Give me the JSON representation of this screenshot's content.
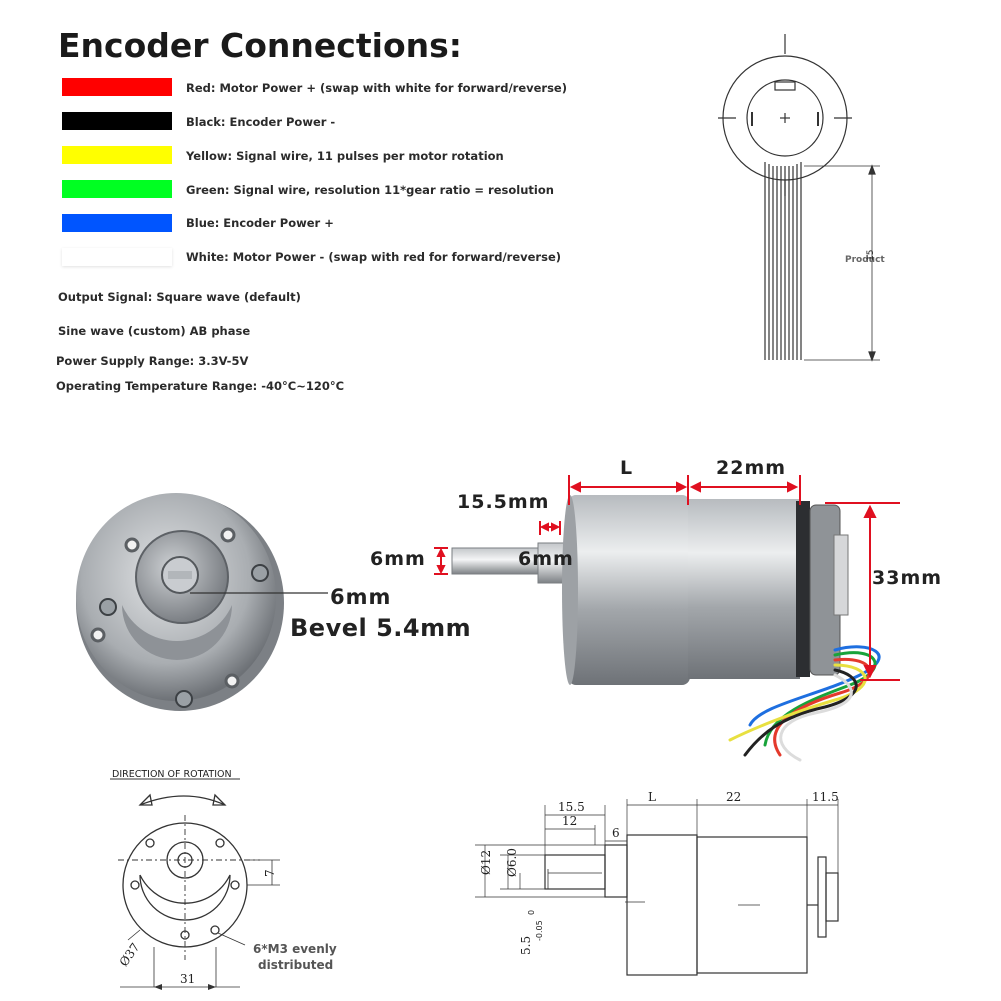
{
  "title": "Encoder Connections:",
  "wires": [
    {
      "color": "#ff0000",
      "label": "Red: Motor Power + (swap with white for forward/reverse)"
    },
    {
      "color": "#000000",
      "label": "Black: Encoder Power -"
    },
    {
      "color": "#ffff00",
      "label": "Yellow: Signal wire, 11 pulses per motor rotation"
    },
    {
      "color": "#00ff22",
      "label": "Green: Signal wire, resolution 11*gear ratio = resolution"
    },
    {
      "color": "#0055ff",
      "label": "Blue: Encoder Power +"
    },
    {
      "color": "#ffffff",
      "label": "White: Motor Power - (swap with red for forward/reverse)"
    }
  ],
  "specs": {
    "output_signal": "Output Signal: Square wave (default)",
    "sine_wave": "Sine wave (custom) AB phase",
    "power_supply": "Power Supply Range: 3.3V-5V",
    "temperature": "Operating Temperature Range: -40°C~120°C"
  },
  "encoder_drawing": {
    "product_label": "Product",
    "length_label": "15"
  },
  "photo_dims": {
    "shaft_dia": "6mm",
    "bevel": "Bevel 5.4mm",
    "shaft_len": "15.5mm",
    "shaft_small": "6mm",
    "shaft_side": "6mm",
    "gearbox_len": "L",
    "motor_len": "22mm",
    "height": "33mm"
  },
  "front_drawing": {
    "rotation_label": "DIRECTION OF ROTATION",
    "width": "31",
    "diameter": "Ø37",
    "offset": "7",
    "screws": "6*M3 evenly",
    "screws2": "distributed"
  },
  "side_drawing": {
    "d1": "15.5",
    "d2": "12",
    "d3": "6",
    "d4": "L",
    "d5": "22",
    "d6": "11.5",
    "dia12": "Ø12",
    "dia6": "Ø6.0",
    "tol": "5.5",
    "tol_sup": "0",
    "tol_sub": "-0.05"
  }
}
